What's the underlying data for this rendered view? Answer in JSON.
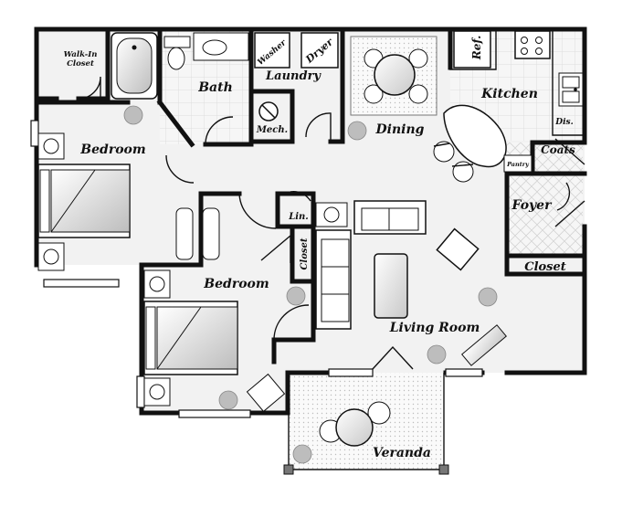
{
  "rooms": {
    "walk_in_closet": "Walk-In\nCloset",
    "bath": "Bath",
    "washer": "Washer",
    "dryer": "Dryer",
    "laundry": "Laundry",
    "mech": "Mech.",
    "dining": "Dining",
    "ref": "Ref.",
    "kitchen": "Kitchen",
    "dis": "Dis.",
    "coats": "Coats",
    "pantry": "Pantry",
    "bedroom_1": "Bedroom",
    "lin": "Lin.",
    "closet_hall": "Closet",
    "foyer": "Foyer",
    "closet_foyer": "Closet",
    "bedroom_2": "Bedroom",
    "living_room": "Living Room",
    "veranda": "Veranda"
  },
  "colors": {
    "wall": "#111111",
    "floor": "#f2f2f2",
    "tile": "#e6e6e6",
    "furniture": "#ffffff",
    "accent_gray": "#9a9a9a"
  }
}
